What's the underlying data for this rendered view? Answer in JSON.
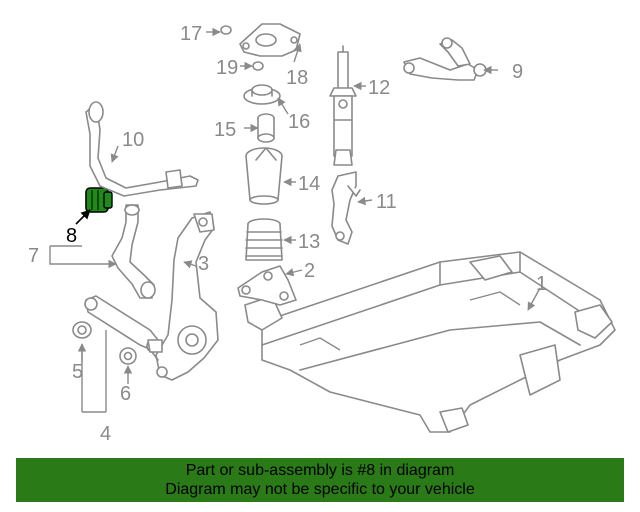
{
  "highlight": {
    "color": "#1f8a1a",
    "part": "8"
  },
  "callouts": {
    "p1": "1",
    "p2": "2",
    "p3": "3",
    "p4": "4",
    "p5": "5",
    "p6": "6",
    "p7": "7",
    "p8": "8",
    "p9": "9",
    "p10": "10",
    "p11": "11",
    "p12": "12",
    "p13": "13",
    "p14": "14",
    "p15": "15",
    "p16": "16",
    "p17": "17",
    "p18": "18",
    "p19": "19"
  },
  "footer": {
    "line1": "Part or sub-assembly is #8 in diagram",
    "line2": "Diagram may not be specific to your vehicle",
    "bg_color": "#2a7a18"
  }
}
